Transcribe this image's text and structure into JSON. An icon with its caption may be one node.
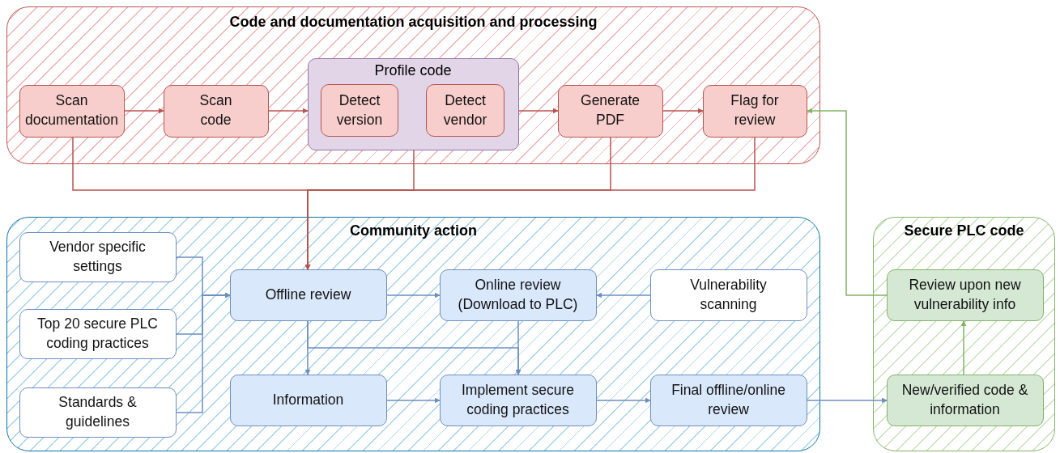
{
  "diagram": {
    "nodes": [
      {
        "text": [
          "Code and documentation acquisition and processing"
        ]
      },
      {
        "text": [
          "Scan documentation"
        ],
        "in": 0
      },
      {
        "text": [
          "Scan code"
        ],
        "in": 0
      },
      {
        "text": [
          "Profile code"
        ],
        "in": 0
      },
      {
        "text": [
          "Detect version"
        ],
        "in": 3
      },
      {
        "text": [
          "Detect vendor"
        ],
        "in": 3
      },
      {
        "text": [
          "Generate PDF"
        ],
        "in": 0
      },
      {
        "text": [
          "Flag for review"
        ],
        "in": 0
      },
      {
        "text": [
          "Community action"
        ]
      },
      {
        "text": [
          "Vendor specific settings"
        ],
        "in": 8
      },
      {
        "text": [
          "Top 20 secure PLC coding practices"
        ],
        "in": 8
      },
      {
        "text": [
          "Standards & guidelines"
        ],
        "in": 8
      },
      {
        "text": [
          "Offline review"
        ],
        "in": 8
      },
      {
        "text": [
          "Online review (Download to PLC)"
        ],
        "in": 8
      },
      {
        "text": [
          "Vulnerability scanning"
        ],
        "in": 8
      },
      {
        "text": [
          "Information"
        ],
        "in": 8
      },
      {
        "text": [
          "Implement secure coding practices"
        ],
        "in": 8
      },
      {
        "text": [
          "Final offline/online review"
        ],
        "in": 8
      },
      {
        "text": [
          "Secure PLC code"
        ]
      },
      {
        "text": [
          "Review upon new vulnerability info"
        ],
        "in": 18
      },
      {
        "text": [
          "New/verified code & information"
        ],
        "in": 18
      }
    ],
    "edges": [
      {
        "from": 1,
        "to": 2,
        "arrow": "to",
        "color": "#b85450"
      },
      {
        "from": 2,
        "to": 3,
        "arrow": "to",
        "color": "#b85450"
      },
      {
        "from": 3,
        "to": 6,
        "arrow": "to",
        "color": "#b85450"
      },
      {
        "from": 6,
        "to": 7,
        "arrow": "to",
        "color": "#b85450"
      },
      {
        "from": 1,
        "to": 12,
        "arrow": "to",
        "color": "#b85450"
      },
      {
        "from": 3,
        "to": 12,
        "arrow": "to",
        "color": "#b85450"
      },
      {
        "from": 6,
        "to": 12,
        "arrow": "to",
        "color": "#b85450"
      },
      {
        "from": 7,
        "to": 12,
        "arrow": "to",
        "color": "#b85450"
      },
      {
        "from": 9,
        "to": 12,
        "arrow": "to"
      },
      {
        "from": 10,
        "to": 12,
        "arrow": "to"
      },
      {
        "from": 11,
        "to": 12,
        "arrow": "to"
      },
      {
        "from": 12,
        "to": 13,
        "arrow": "to"
      },
      {
        "from": 14,
        "to": 13,
        "arrow": "to"
      },
      {
        "from": 12,
        "to": 15,
        "arrow": "to"
      },
      {
        "from": 12,
        "to": 16,
        "arrow": "to"
      },
      {
        "from": 13,
        "to": 16,
        "arrow": "to"
      },
      {
        "from": 15,
        "to": 16,
        "arrow": "to"
      },
      {
        "from": 16,
        "to": 17,
        "arrow": "to"
      },
      {
        "from": 17,
        "to": 20,
        "arrow": "to"
      },
      {
        "from": 20,
        "to": 19,
        "arrow": "to",
        "color": "#82b366"
      },
      {
        "from": 19,
        "to": 7,
        "arrow": "to",
        "color": "#82b366"
      }
    ]
  }
}
